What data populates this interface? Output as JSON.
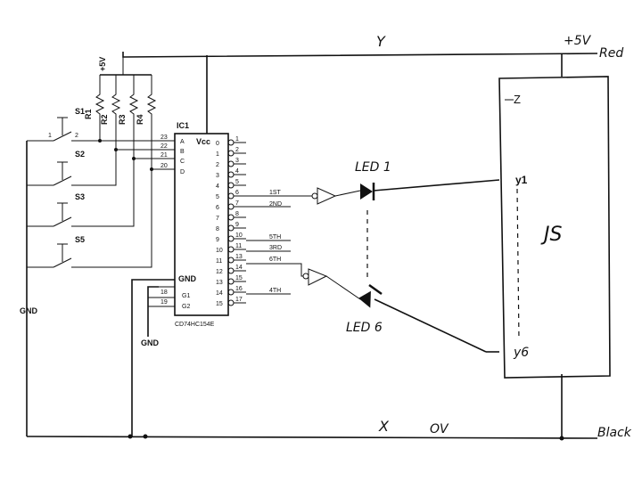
{
  "supply": {
    "plus5v_top": "+5V",
    "plus5v_resistors": "+5V",
    "red": "Red",
    "black": "Black",
    "y": "Y",
    "x": "X",
    "ov": "OV",
    "gnd_left": "GND",
    "gnd_ic": "GND"
  },
  "switches": [
    "S1",
    "S2",
    "S3",
    "S5"
  ],
  "resistors": [
    "R1",
    "R2",
    "R3",
    "R4"
  ],
  "ic": {
    "ref": "IC1",
    "part": "CD74HC154E",
    "vcc": "Vcc",
    "inputs": [
      "A",
      "B",
      "C",
      "D"
    ],
    "input_pins": [
      "23",
      "22",
      "21",
      "20"
    ],
    "gnd": "GND",
    "enables": [
      "G1",
      "G2"
    ],
    "enable_pins": [
      "18",
      "19"
    ],
    "out_labels": [
      "0",
      "1",
      "2",
      "3",
      "4",
      "5",
      "6",
      "7",
      "8",
      "9",
      "10",
      "11",
      "12",
      "13",
      "14",
      "15"
    ],
    "out_pins": [
      "1",
      "2",
      "3",
      "4",
      "5",
      "6",
      "7",
      "8",
      "9",
      "10",
      "11",
      "13",
      "14",
      "15",
      "16",
      "17"
    ]
  },
  "outputs": {
    "first": "1ST",
    "second": "2ND",
    "fifth": "5TH",
    "third": "3RD",
    "sixth": "6TH",
    "fourth": "4TH"
  },
  "leds": {
    "led1": "LED 1",
    "led6": "LED 6"
  },
  "js": {
    "name": "JS",
    "z": "Z",
    "y1": "y1",
    "y6": "y6"
  },
  "switch_pin_a": "1",
  "switch_pin_b": "2"
}
